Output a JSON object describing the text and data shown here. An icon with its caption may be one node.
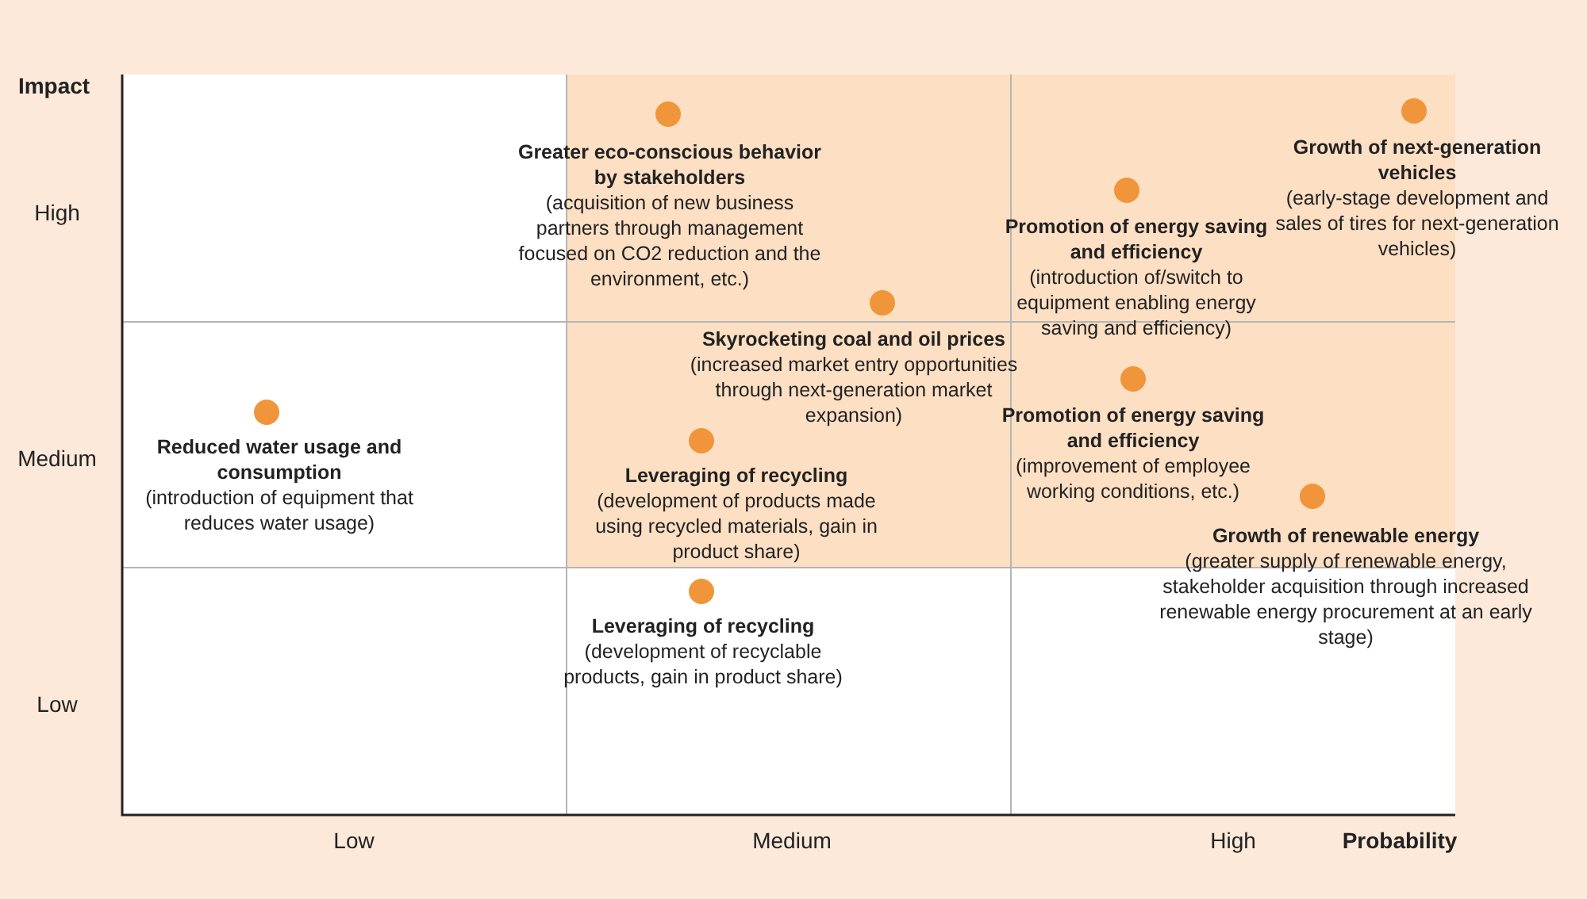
{
  "diagram": {
    "nodes": [
      {
        "text": [
          "Greater eco-conscious behavior by stakeholders",
          "(acquisition of new business partners through management focused on CO2 reduction and the environment, etc.)"
        ]
      },
      {
        "text": [
          "Growth of next-generation vehicles",
          "(early-stage development and sales of tires for next-generation vehicles)"
        ]
      },
      {
        "text": [
          "Promotion of energy saving and efficiency",
          "(introduction of/switch to equipment enabling energy saving and efficiency)"
        ]
      },
      {
        "text": [
          "Skyrocketing coal and oil prices",
          "(increased market entry opportunities through next-generation  market expansion)"
        ]
      },
      {
        "text": [
          "Reduced water usage and consumption",
          "(introduction of equipment that reduces water usage)"
        ]
      },
      {
        "text": [
          "Leveraging of recycling",
          "(development of products made using recycled materials, gain in product share)"
        ]
      },
      {
        "text": [
          "Promotion of energy saving and efficiency",
          "(improvement of employee working conditions, etc.)"
        ]
      },
      {
        "text": [
          "Growth of renewable energy",
          "(greater supply of renewable energy, stakeholder acquisition through increased renewable energy procurement at an early stage)"
        ]
      },
      {
        "text": [
          "Leveraging of recycling",
          "(development of recyclable products, gain in product share)"
        ]
      }
    ],
    "labels": [
      "Impact",
      "High",
      "Medium",
      "Low",
      "Low",
      "Medium",
      "High",
      "Probability"
    ]
  }
}
